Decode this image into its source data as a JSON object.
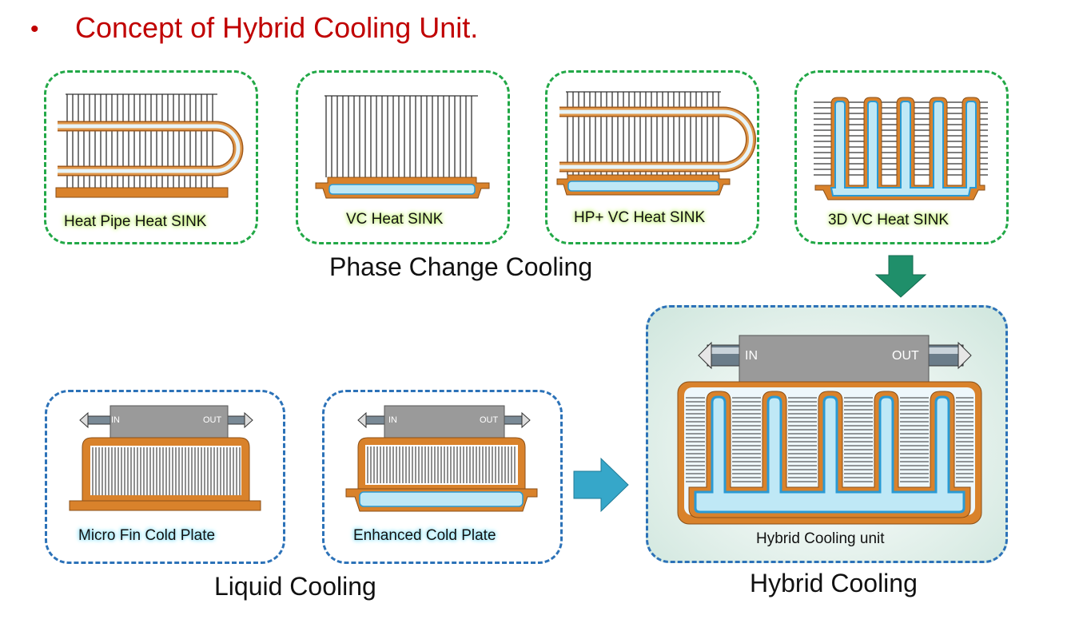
{
  "header": {
    "bullet": "•",
    "title": "Concept of Hybrid Cooling Unit."
  },
  "phase_change": {
    "group_label": "Phase Change Cooling",
    "items": [
      {
        "label": "Heat Pipe Heat SINK"
      },
      {
        "label": "VC Heat SINK"
      },
      {
        "label": "HP+ VC Heat SINK"
      },
      {
        "label": "3D VC Heat SINK"
      }
    ]
  },
  "liquid": {
    "group_label": "Liquid Cooling",
    "items": [
      {
        "label": "Micro Fin Cold Plate",
        "in": "IN",
        "out": "OUT"
      },
      {
        "label": "Enhanced Cold Plate",
        "in": "IN",
        "out": "OUT"
      }
    ]
  },
  "hybrid": {
    "group_label": "Hybrid Cooling",
    "unit_label": "Hybrid Cooling unit",
    "in": "IN",
    "out": "OUT"
  },
  "colors": {
    "title": "#c00000",
    "green_border": "#22a847",
    "blue_border": "#2c72b8",
    "copper": "#d9822b",
    "vapor": "#bfe8f6",
    "arrow_green": "#1f8f6a",
    "arrow_teal": "#36a7c9"
  }
}
